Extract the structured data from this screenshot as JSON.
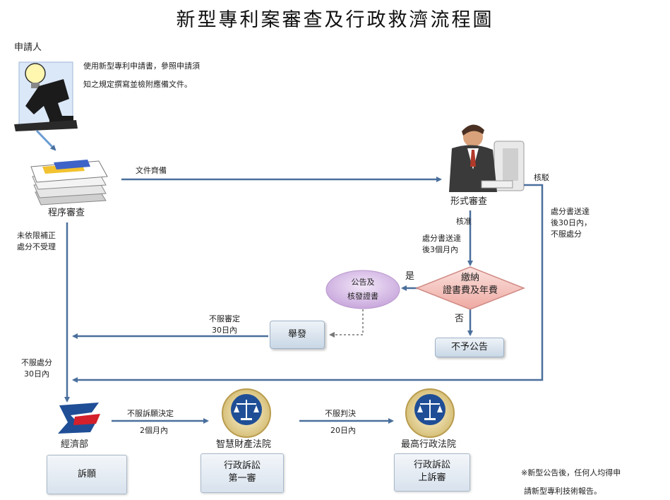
{
  "title": "新型專利案審查及行政救濟流程圖",
  "applicant": {
    "label": "申請人",
    "note_line1": "使用新型專利申請書，參照申請須",
    "note_line2": "知之規定撰寫並檢附應備文件。"
  },
  "procedural_review": {
    "label": "程序審查"
  },
  "formal_review": {
    "label": "形式審查"
  },
  "edges": {
    "docs_complete": "文件齊備",
    "not_corrected_line1": "未依限補正",
    "not_corrected_line2": "處分不受理",
    "approved": "核准",
    "approved_deadline_line1": "處分書送達",
    "approved_deadline_line2": "後3個月內",
    "rejected": "核駁",
    "rejected_deadline_line1": "處分書送達",
    "rejected_deadline_line2": "後30日內，",
    "rejected_deadline_line3": "不服處分",
    "yes": "是",
    "no": "否",
    "dissatisfied_review_line1": "不服審定",
    "dissatisfied_review_line2": "30日內",
    "dissatisfied_disposal_line1": "不服處分",
    "dissatisfied_disposal_line2": "30日內",
    "dissatisfied_appeal_line1": "不服訴願決定",
    "dissatisfied_appeal_line2": "2個月內",
    "dissatisfied_judgment_line1": "不服判決",
    "dissatisfied_judgment_line2": "20日內"
  },
  "pay_fee": {
    "line1": "繳納",
    "line2": "證書費及年費"
  },
  "announce": {
    "line1": "公告及",
    "line2": "核發證書"
  },
  "no_announce": {
    "label": "不予公告"
  },
  "cancellation": {
    "label": "舉發"
  },
  "ministry": {
    "label": "經濟部",
    "box": "訴願"
  },
  "ip_court": {
    "label": "智慧財產法院",
    "box_line1": "行政訴訟",
    "box_line2": "第一審"
  },
  "supreme_court": {
    "label": "最高行政法院",
    "box_line1": "行政訴訟",
    "box_line2": "上訴審"
  },
  "footnote": {
    "line1": "※新型公告後，任何人均得申",
    "line2": "請新型專利技術報告。"
  },
  "colors": {
    "arrow": "#4a6f9c",
    "diamond": "#f4c7c3",
    "ellipse": "#dcc6ea",
    "seal_blue": "#1f4e96"
  }
}
